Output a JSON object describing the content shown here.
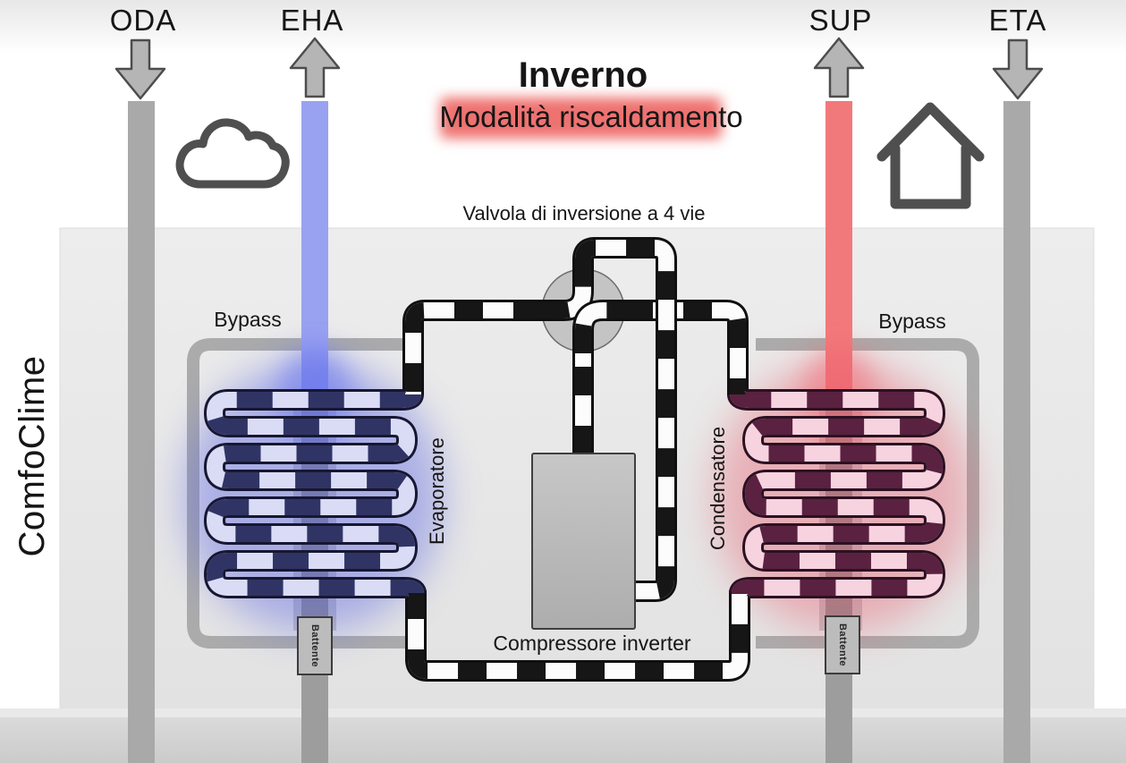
{
  "header": {
    "title": "Inverno",
    "subtitle": "Modalità riscaldamento",
    "subtitle_highlight_color": "#ee7270"
  },
  "air_streams": [
    {
      "code": "ODA",
      "direction": "down",
      "duct_color": "#a9a9a9"
    },
    {
      "code": "EHA",
      "direction": "up",
      "duct_color": "#99a2f0"
    },
    {
      "code": "SUP",
      "direction": "up",
      "duct_color": "#f2797b"
    },
    {
      "code": "ETA",
      "direction": "down",
      "duct_color": "#a9a9a9"
    }
  ],
  "unit": {
    "brand": "ComfoClime"
  },
  "components": {
    "valve": "Valvola di inversione a 4 vie",
    "evaporator": "Evaporatore",
    "condenser": "Condensatore",
    "compressor": "Compressore inverter",
    "bypass_left": "Bypass",
    "bypass_right": "Bypass",
    "damper_left": "Battente",
    "damper_right": "Battente"
  },
  "colors": {
    "evaporator_dark": "#303465",
    "evaporator_light": "#dadcf6",
    "condenser_dark": "#5a2140",
    "condenser_light": "#f7d3df",
    "pipe_dark": "#161616",
    "duct_gray": "#a9a9a9",
    "cold_glow": "#5660e2",
    "warm_glow": "#e85468"
  },
  "icons": {
    "outdoor": "cloud-icon",
    "indoor": "house-icon"
  }
}
